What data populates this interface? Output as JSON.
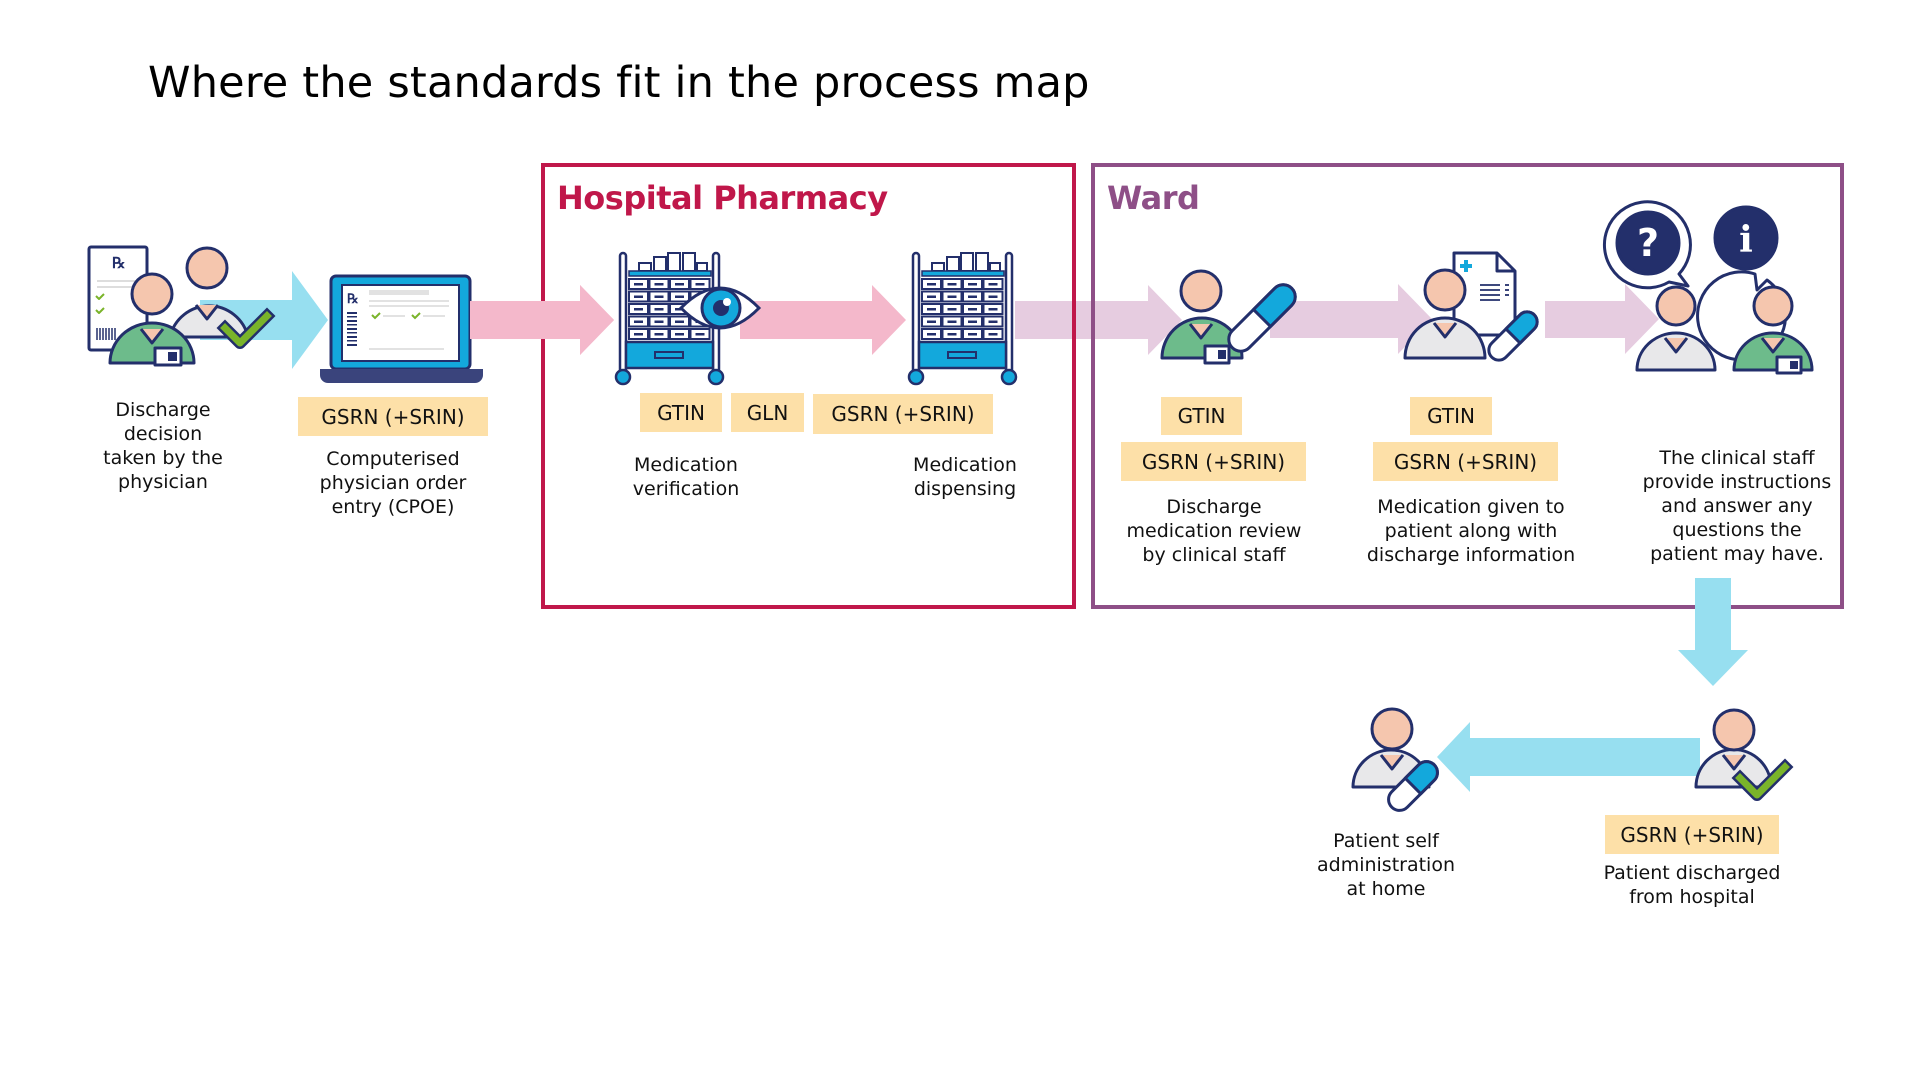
{
  "title": "Where the standards fit in the process map",
  "colors": {
    "pharmacy_border": "#c0174a",
    "ward_border": "#8e4f87",
    "tag_fill": "#fde0a8",
    "arrow_blue": "#97dff0",
    "arrow_pink": "#f4b8cb",
    "arrow_lavender": "#e6cce0",
    "icon_outline": "#232f6b",
    "icon_cyan": "#13a8dc",
    "skin": "#f5c6ae",
    "nurse_green": "#6dbb8b",
    "patient_grey": "#e8e8ea",
    "check_green": "#7ab42a"
  },
  "zones": {
    "pharmacy": {
      "title": "Hospital Pharmacy"
    },
    "ward": {
      "title": "Ward"
    }
  },
  "steps": [
    {
      "id": "discharge-decision",
      "icon": "physician-prescription-icon",
      "tags": [],
      "label": [
        "Discharge",
        "decision",
        "taken by the",
        "physician"
      ]
    },
    {
      "id": "cpoe",
      "icon": "laptop-prescription-icon",
      "tags": [
        "GSRN (+SRIN)"
      ],
      "label": [
        "Computerised",
        "physician order",
        "entry (CPOE)"
      ]
    },
    {
      "id": "medication-verification",
      "icon": "medication-cart-eye-icon",
      "tags": [
        "GTIN",
        "GLN"
      ],
      "label": [
        "Medication",
        "verification"
      ]
    },
    {
      "id": "medication-dispensing",
      "icon": "medication-cart-icon",
      "tags": [
        "GSRN (+SRIN)"
      ],
      "label": [
        "Medication",
        "dispensing"
      ]
    },
    {
      "id": "discharge-review",
      "icon": "nurse-pill-icon",
      "tags": [
        "GTIN",
        "GSRN (+SRIN)"
      ],
      "label": [
        "Discharge",
        "medication review",
        "by clinical staff"
      ]
    },
    {
      "id": "medication-given",
      "icon": "patient-document-pill-icon",
      "tags": [
        "GTIN",
        "GSRN (+SRIN)"
      ],
      "label": [
        "Medication given to",
        "patient along with",
        "discharge information"
      ]
    },
    {
      "id": "instructions",
      "icon": "question-info-speech-icon",
      "tags": [],
      "label": [
        "The clinical staff",
        "provide instructions",
        "and answer any",
        "questions the",
        "patient may have."
      ]
    },
    {
      "id": "patient-discharged",
      "icon": "patient-check-icon",
      "tags": [
        "GSRN (+SRIN)"
      ],
      "label": [
        "Patient discharged",
        "from hospital"
      ]
    },
    {
      "id": "self-administration",
      "icon": "patient-pill-icon",
      "tags": [],
      "label": [
        "Patient self",
        "administration",
        "at home"
      ]
    }
  ]
}
